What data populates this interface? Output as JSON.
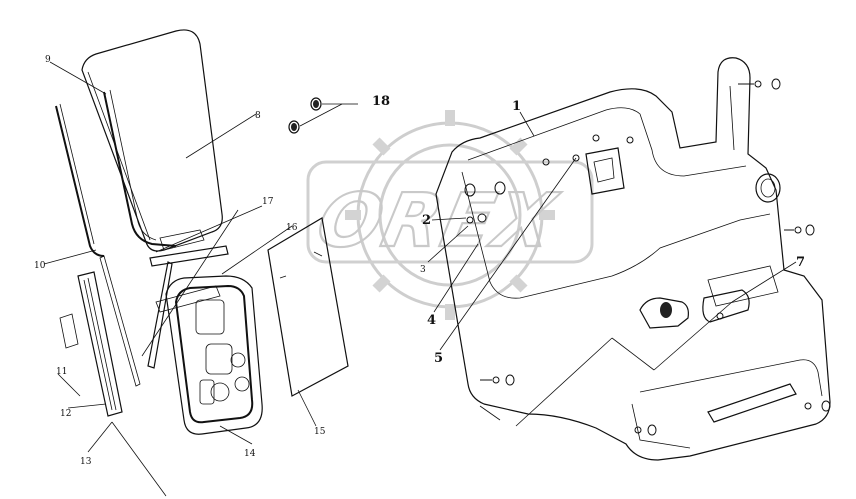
{
  "watermark": {
    "text": "OREX"
  },
  "callouts": [
    {
      "key": "c1",
      "text": "1"
    },
    {
      "key": "c2",
      "text": "2"
    },
    {
      "key": "c3",
      "text": "3"
    },
    {
      "key": "c4",
      "text": "4"
    },
    {
      "key": "c5",
      "text": "5"
    },
    {
      "key": "c7",
      "text": "7"
    },
    {
      "key": "c8",
      "text": "8"
    },
    {
      "key": "c9",
      "text": "9"
    },
    {
      "key": "c10",
      "text": "10"
    },
    {
      "key": "c11",
      "text": "11"
    },
    {
      "key": "c12",
      "text": "12"
    },
    {
      "key": "c13",
      "text": "13"
    },
    {
      "key": "c14",
      "text": "14"
    },
    {
      "key": "c15",
      "text": "15"
    },
    {
      "key": "c16",
      "text": "16"
    },
    {
      "key": "c17",
      "text": "17"
    },
    {
      "key": "c18",
      "text": "18"
    }
  ]
}
